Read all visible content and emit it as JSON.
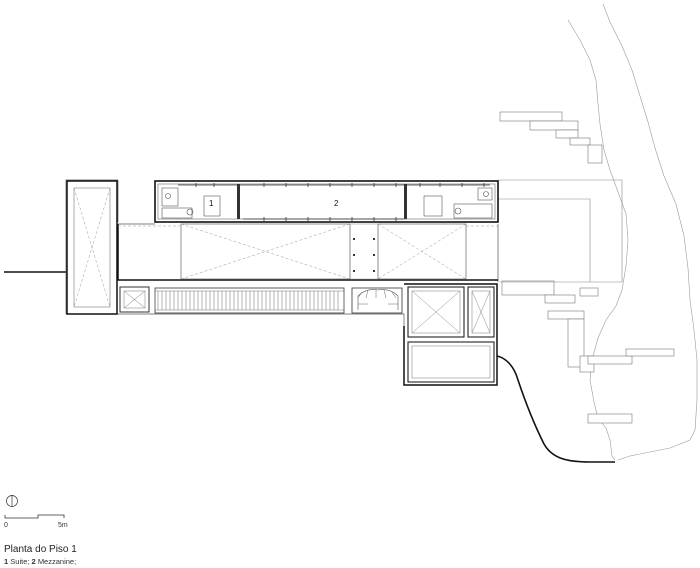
{
  "drawing": {
    "title": "Planta do Piso 1",
    "legend": [
      {
        "num": "1",
        "label": "Suite;"
      },
      {
        "num": "2",
        "label": "Mezzanine;"
      }
    ]
  },
  "room_labels": {
    "r1": "1",
    "r2": "2"
  },
  "scale_bar": {
    "start": "0",
    "end": "5m"
  },
  "icons": {
    "north": "north-arrow-icon"
  }
}
